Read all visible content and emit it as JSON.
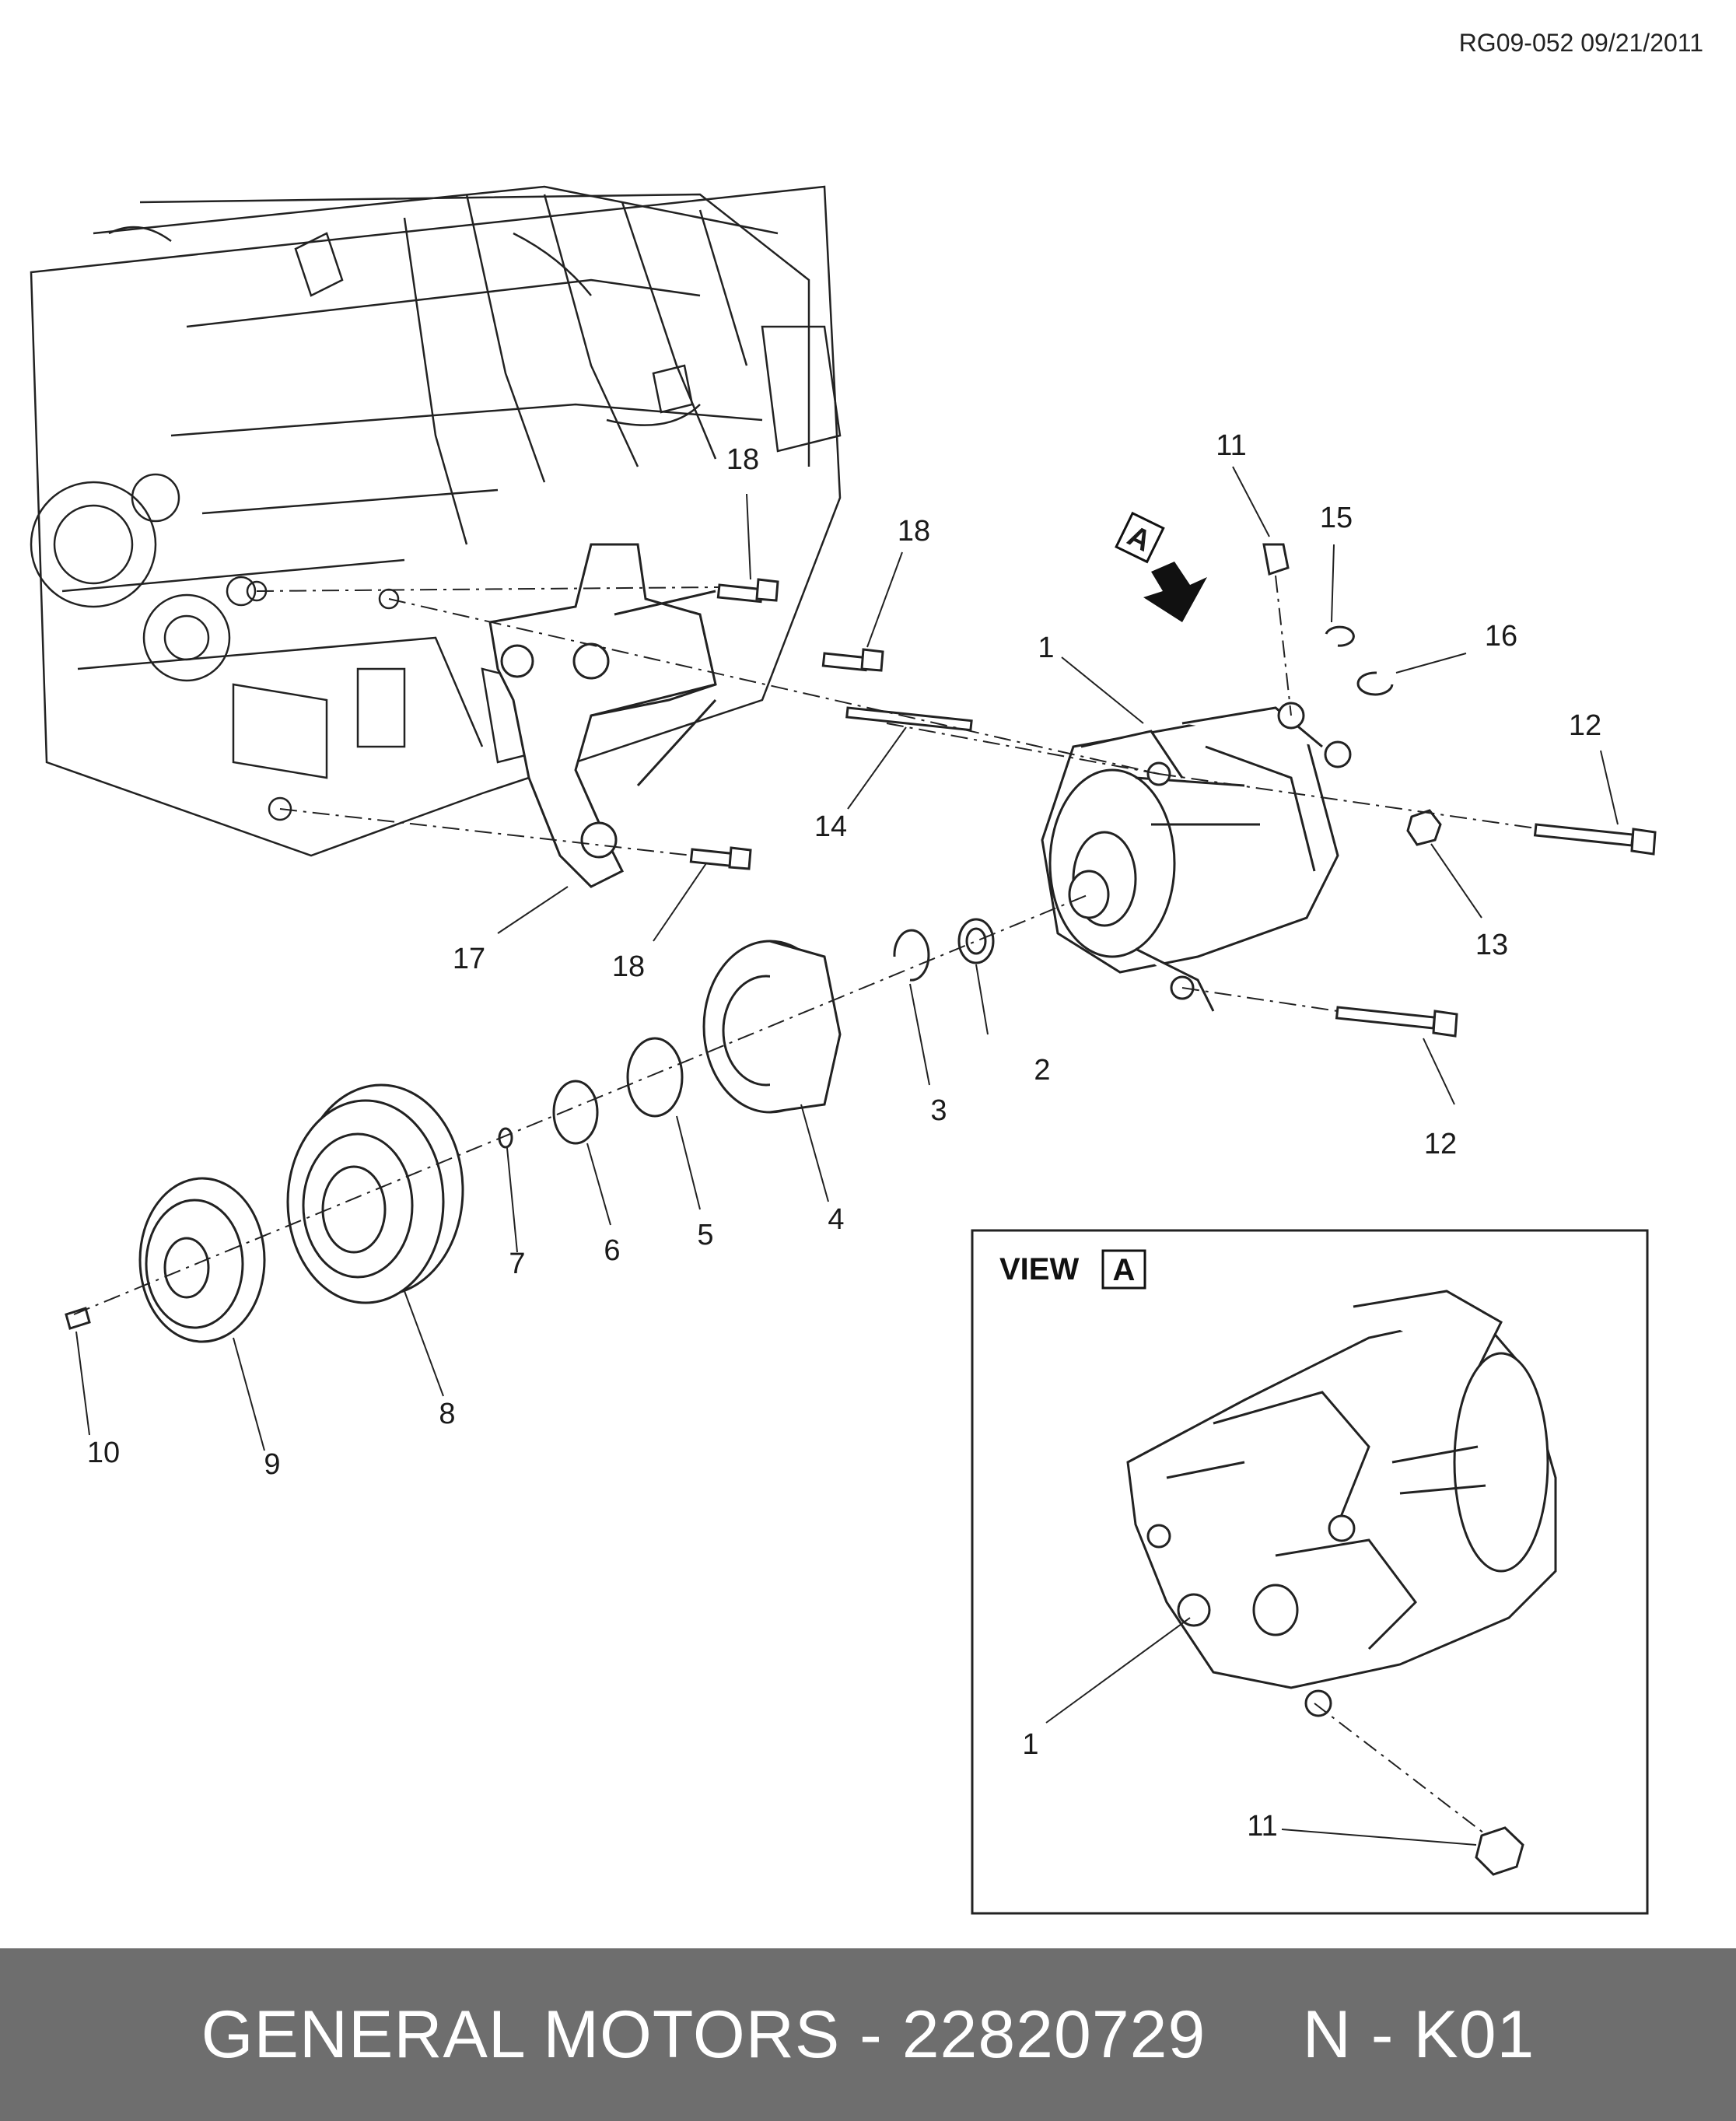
{
  "doc_code": "RG09-052 09/21/2011",
  "view": {
    "title": "VIEW",
    "letter": "A"
  },
  "arrow_letter": "A",
  "callouts": {
    "c1_main": "1",
    "c2": "2",
    "c3": "3",
    "c4": "4",
    "c5": "5",
    "c6": "6",
    "c7": "7",
    "c8": "8",
    "c9": "9",
    "c10": "10",
    "c11_main": "11",
    "c12_top": "12",
    "c12_bottom": "12",
    "c13": "13",
    "c14": "14",
    "c15": "15",
    "c16": "16",
    "c17": "17",
    "c18_a": "18",
    "c18_b": "18",
    "c18_c": "18",
    "c1_view": "1",
    "c11_view": "11"
  },
  "footer": {
    "brand": "GENERAL MOTORS",
    "separator": "-",
    "part_number": "22820729",
    "code": "N - K01"
  }
}
